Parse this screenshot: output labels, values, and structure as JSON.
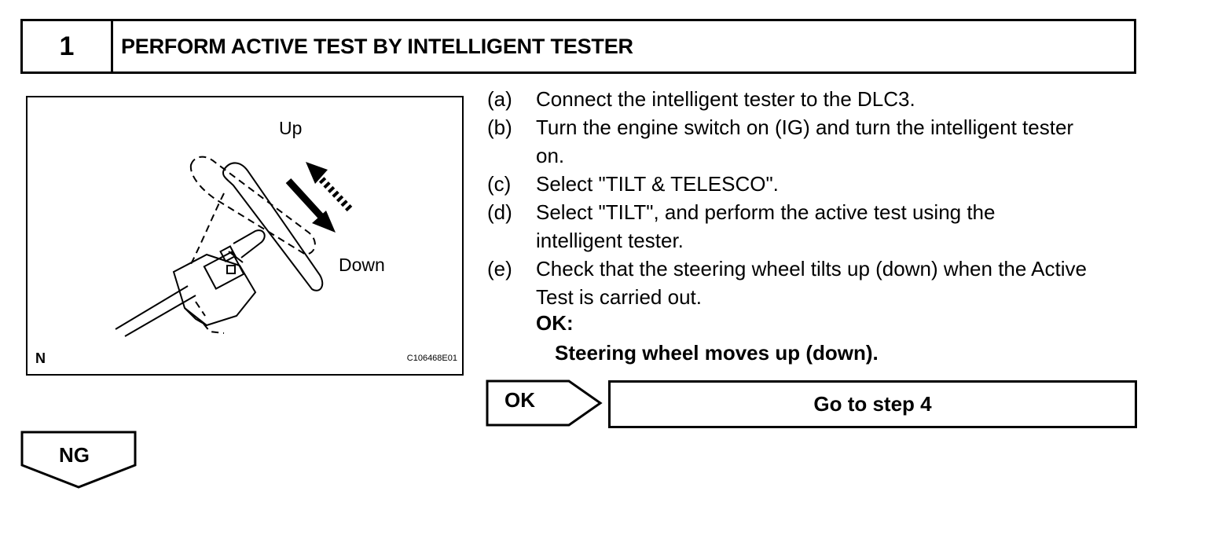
{
  "header": {
    "step_number": "1",
    "title": "PERFORM ACTIVE TEST BY INTELLIGENT TESTER"
  },
  "figure": {
    "label_up": "Up",
    "label_down": "Down",
    "corner_letter": "N",
    "code": "C106468E01"
  },
  "steps": [
    {
      "letter": "(a)",
      "text": "Connect the intelligent tester to the DLC3."
    },
    {
      "letter": "(b)",
      "text": "Turn the engine switch on (IG) and turn the intelligent tester on."
    },
    {
      "letter": "(c)",
      "text": "Select \"TILT & TELESCO\"."
    },
    {
      "letter": "(d)",
      "text": "Select \"TILT\", and perform the active test using the intelligent tester."
    },
    {
      "letter": "(e)",
      "text": "Check that the steering wheel tilts up (down) when the Active Test is carried out."
    }
  ],
  "check": {
    "label": "OK:",
    "detail": "Steering wheel moves up (down)."
  },
  "flow": {
    "ok_label": "OK",
    "ok_target": "Go to step 4",
    "ng_label": "NG"
  }
}
